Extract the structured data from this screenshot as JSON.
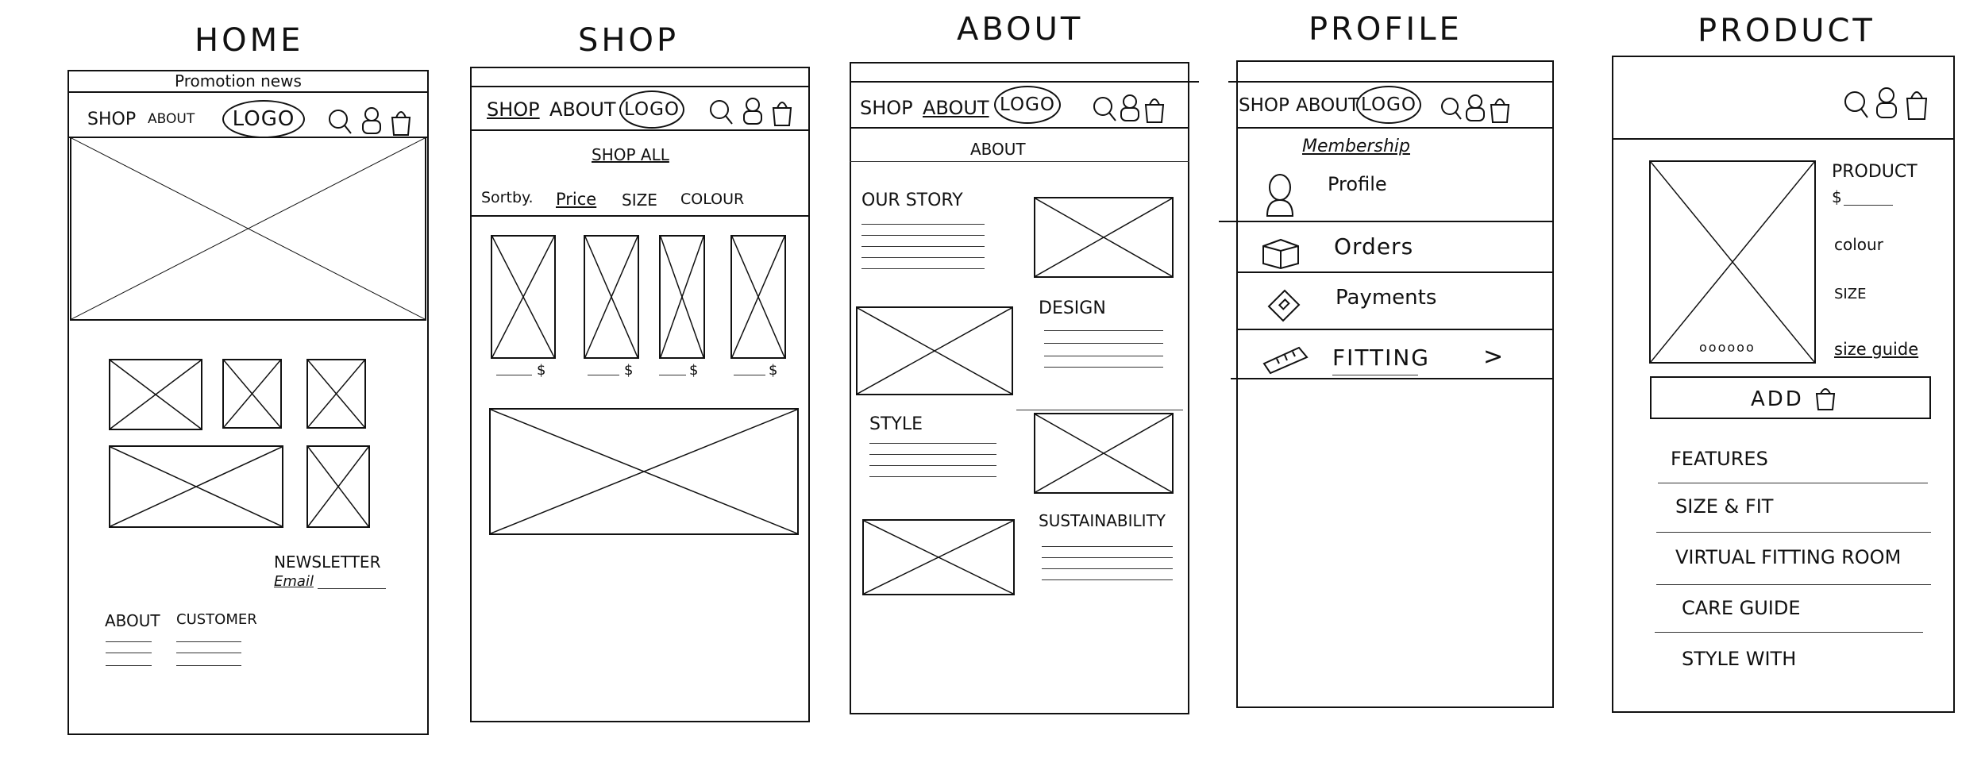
{
  "titles": {
    "home": "HOME",
    "shop": "SHOP",
    "about": "ABOUT",
    "profile": "PROFILE",
    "product": "PRODUCT"
  },
  "nav": {
    "shop": "SHOP",
    "about": "ABOUT",
    "logo": "LOGO"
  },
  "home": {
    "promotion": "Promotion news",
    "newsletter": "NEWSLETTER",
    "email": "Email",
    "footer_about": "ABOUT",
    "footer_customer": "CUSTOMER"
  },
  "shop": {
    "heading": "SHOP ALL",
    "sortby": "Sortby.",
    "filters": [
      "Price",
      "SIZE",
      "COLOUR"
    ],
    "price_symbol": "$"
  },
  "about": {
    "heading": "ABOUT",
    "sections": [
      "OUR STORY",
      "DESIGN",
      "STYLE",
      "SUSTAINABILITY"
    ]
  },
  "profile": {
    "membership": "Membership",
    "items": [
      "Profile",
      "Orders",
      "Payments",
      "FITTING"
    ],
    "chevron": ">"
  },
  "product": {
    "name": "PRODUCT",
    "price": "$",
    "colour": "colour",
    "size": "SIZE",
    "size_guide": "size guide",
    "dots": "oooooo",
    "add": "ADD",
    "accordion": [
      "FEATURES",
      "SIZE & FIT",
      "VIRTUAL FITTING ROOM",
      "CARE GUIDE",
      "STYLE WITH"
    ]
  },
  "icons": [
    "search-icon",
    "user-icon",
    "bag-icon",
    "box-icon",
    "card-icon",
    "ruler-icon"
  ]
}
